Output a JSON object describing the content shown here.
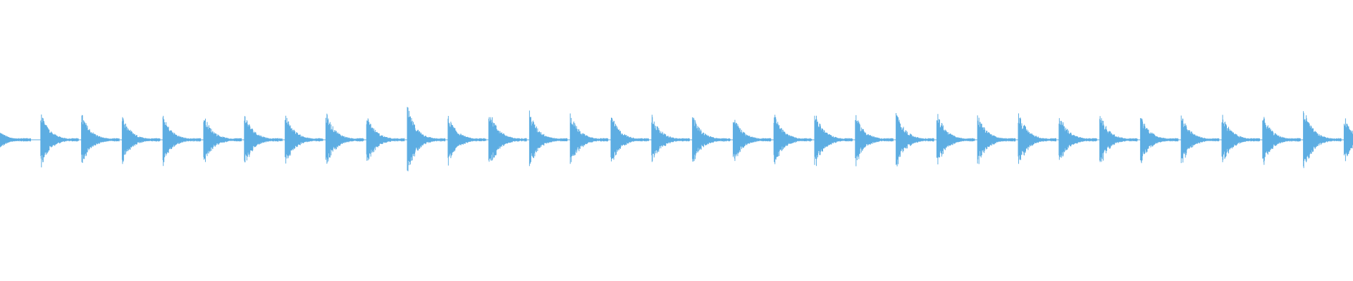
{
  "waveform": {
    "color": "#5dade2",
    "background": "#ffffff",
    "hits": [
      {
        "peak": 0.26,
        "tail": 0.55
      },
      {
        "peak": 0.4,
        "tail": 0.55
      },
      {
        "peak": 0.4,
        "tail": 0.55
      },
      {
        "peak": 0.36,
        "tail": 0.55
      },
      {
        "peak": 0.36,
        "tail": 0.55
      },
      {
        "peak": 0.38,
        "tail": 0.55
      },
      {
        "peak": 0.4,
        "tail": 0.55
      },
      {
        "peak": 0.4,
        "tail": 0.55
      },
      {
        "peak": 0.42,
        "tail": 0.55
      },
      {
        "peak": 0.38,
        "tail": 0.55
      },
      {
        "peak": 0.5,
        "tail": 0.55
      },
      {
        "peak": 0.36,
        "tail": 0.55
      },
      {
        "peak": 0.48,
        "tail": 0.55
      },
      {
        "peak": 0.42,
        "tail": 0.55
      },
      {
        "peak": 0.4,
        "tail": 0.55
      },
      {
        "peak": 0.38,
        "tail": 0.55
      },
      {
        "peak": 0.38,
        "tail": 0.55
      },
      {
        "peak": 0.38,
        "tail": 0.55
      },
      {
        "peak": 0.38,
        "tail": 0.55
      },
      {
        "peak": 0.4,
        "tail": 0.55
      },
      {
        "peak": 0.42,
        "tail": 0.55
      },
      {
        "peak": 0.38,
        "tail": 0.55
      },
      {
        "peak": 0.42,
        "tail": 0.55
      },
      {
        "peak": 0.42,
        "tail": 0.55
      },
      {
        "peak": 0.38,
        "tail": 0.55
      },
      {
        "peak": 0.42,
        "tail": 0.55
      },
      {
        "peak": 0.4,
        "tail": 0.55
      },
      {
        "peak": 0.4,
        "tail": 0.55
      },
      {
        "peak": 0.38,
        "tail": 0.55
      },
      {
        "peak": 0.38,
        "tail": 0.55
      },
      {
        "peak": 0.4,
        "tail": 0.55
      },
      {
        "peak": 0.38,
        "tail": 0.55
      },
      {
        "peak": 0.48,
        "tail": 0.55
      },
      {
        "peak": 0.36,
        "tail": 0.55
      }
    ]
  }
}
